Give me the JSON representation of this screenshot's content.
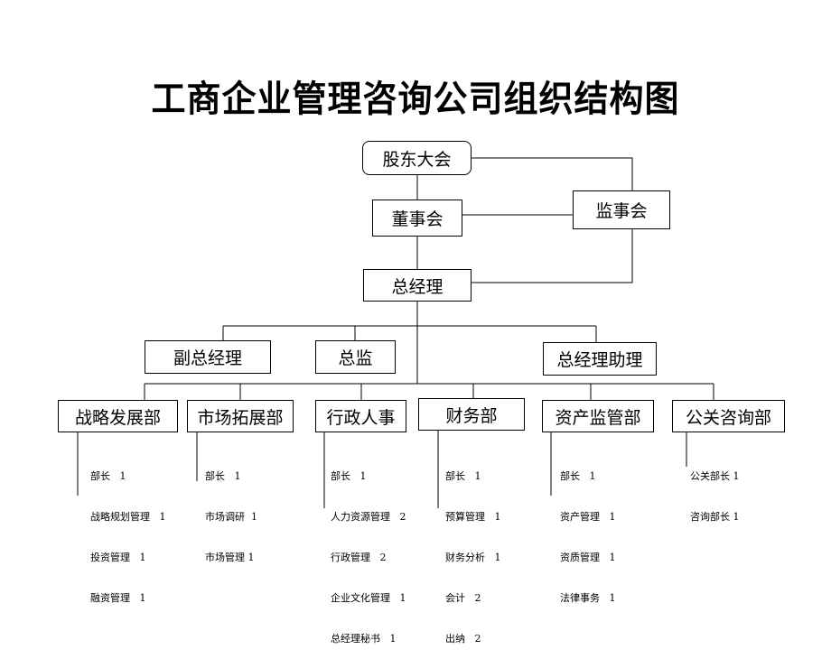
{
  "title": "工商企业管理咨询公司组织结构图",
  "nodes": {
    "shareholders": "股东大会",
    "board": "董事会",
    "supervisors": "监事会",
    "gm": "总经理",
    "deputy_gm": "副总经理",
    "director": "总监",
    "gm_assistant": "总经理助理"
  },
  "departments": [
    {
      "name": "战略发展部",
      "items": [
        "部长   1",
        "战略规划管理   1",
        "投资管理   1",
        "融资管理   1"
      ]
    },
    {
      "name": "市场拓展部",
      "items": [
        "部长   1",
        "市场调研  1",
        "市场管理 1"
      ]
    },
    {
      "name": "行政人事",
      "items": [
        "部长   1",
        "人力资源管理   2",
        "行政管理   2",
        "企业文化管理   1",
        "总经理秘书   1"
      ]
    },
    {
      "name": "财务部",
      "items": [
        "部长   1",
        "预算管理   1",
        "财务分析   1",
        "会计   2",
        "出纳   2"
      ]
    },
    {
      "name": "资产监管部",
      "items": [
        "部长   1",
        "资产管理   1",
        "资质管理   1",
        "法律事务   1"
      ]
    },
    {
      "name": "公关咨询部",
      "items": [
        "公关部长 1",
        "咨询部长 1"
      ]
    }
  ]
}
